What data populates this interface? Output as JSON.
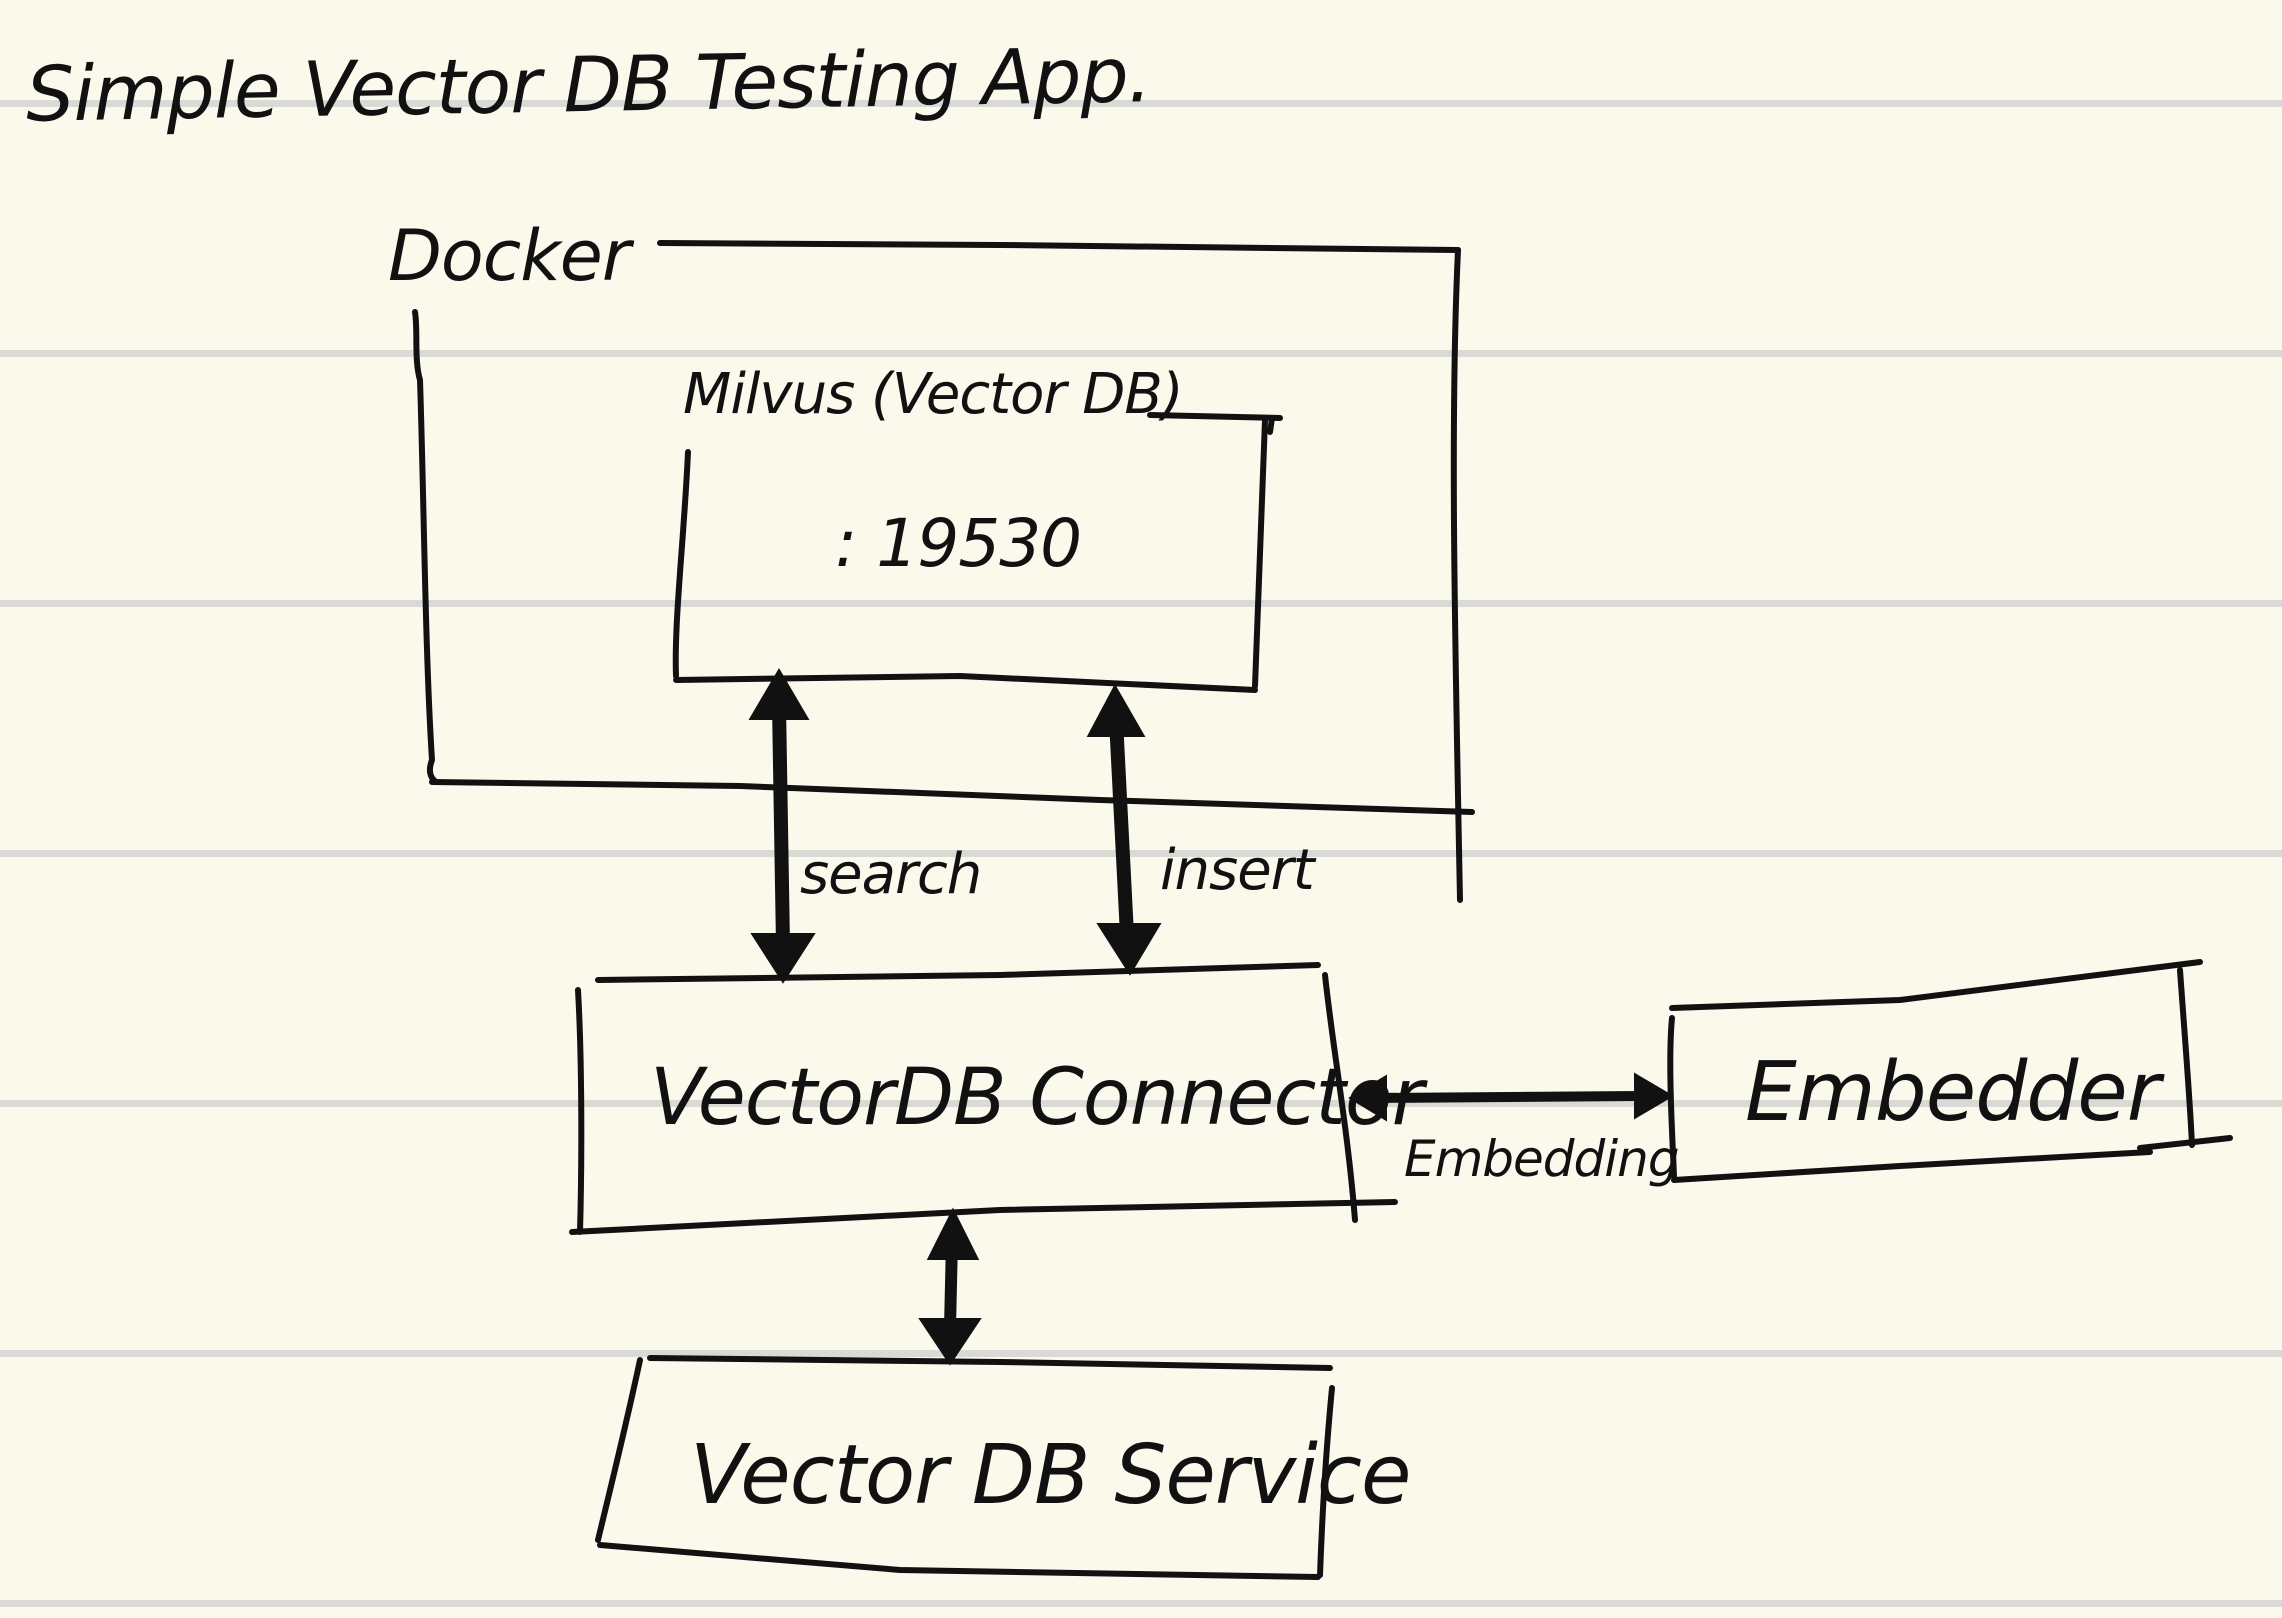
{
  "diagram": {
    "title": "Simple Vector DB Testing App.",
    "docker": {
      "label": "Docker"
    },
    "milvus": {
      "label": "Milvus (Vector DB)",
      "port": ": 19530"
    },
    "connector": {
      "label": "VectorDB Connector"
    },
    "embedder": {
      "label": "Embedder"
    },
    "service": {
      "label": "Vector DB Service"
    },
    "edges": {
      "search": "search",
      "insert": "insert",
      "embedding": "Embedding"
    }
  },
  "colors": {
    "ink": "#111111",
    "paper": "#fbf8ec",
    "rule": "#d9d9d6"
  }
}
